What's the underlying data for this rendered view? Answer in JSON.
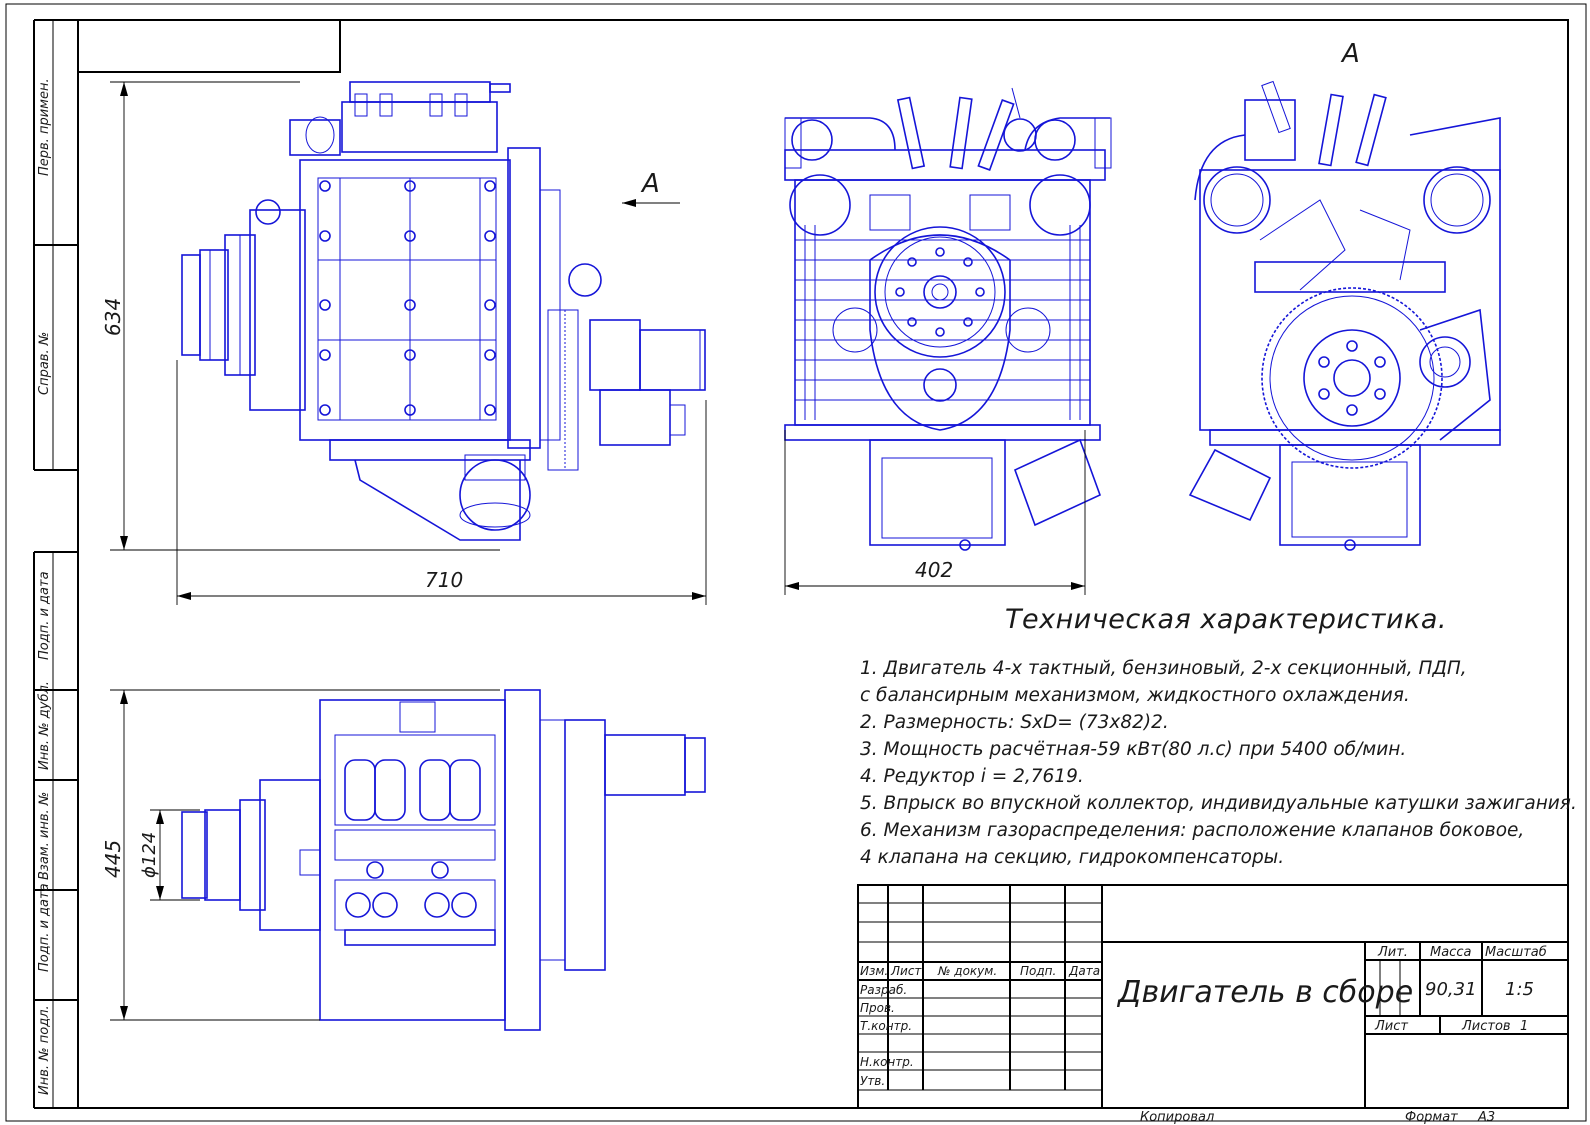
{
  "drawing": {
    "view_label": "А",
    "dimensions": {
      "side_height": "634",
      "side_length": "710",
      "front_width": "402",
      "top_height": "445",
      "top_diameter": "ϕ124"
    }
  },
  "left_strip": [
    "Перв. примен.",
    "Справ. №",
    "Подп. и дата",
    "Инв. № дубл.",
    "Взам. инв. №",
    "Подп. и дата",
    "Инв. № подл."
  ],
  "spec": {
    "title": "Техническая характеристика.",
    "lines": [
      "1. Двигатель 4-х тактный, бензиновый, 2-х секционный, ПДП,",
      " с балансирным механизмом, жидкостного охлаждения.",
      "2. Размерность: SxD= (73x82)2.",
      "3. Мощность расчётная-59 кВт(80 л.с) при 5400 об/мин.",
      "4. Редуктор i = 2,7619.",
      "5. Впрыск во впускной коллектор, индивидуальные катушки зажигания.",
      "6. Механизм газораспределения: расположение клапанов боковое,",
      "4 клапана на секцию, гидрокомпенсаторы."
    ]
  },
  "title_block": {
    "name": "Двигатель в сборе",
    "headers": [
      "Изм.",
      "Лист",
      "№ докум.",
      "Подп.",
      "Дата"
    ],
    "roles": [
      "Разраб.",
      "Пров.",
      "Т.контр.",
      "Н.контр.",
      "Утв."
    ],
    "lit_label": "Лит.",
    "mass_label": "Масса",
    "scale_label": "Масштаб",
    "mass": "90,31",
    "scale": "1:5",
    "sheet_label": "Лист",
    "sheets_label": "Листов",
    "sheets": "1",
    "copied": "Копировал",
    "format_label": "Формат",
    "format": "А3"
  }
}
